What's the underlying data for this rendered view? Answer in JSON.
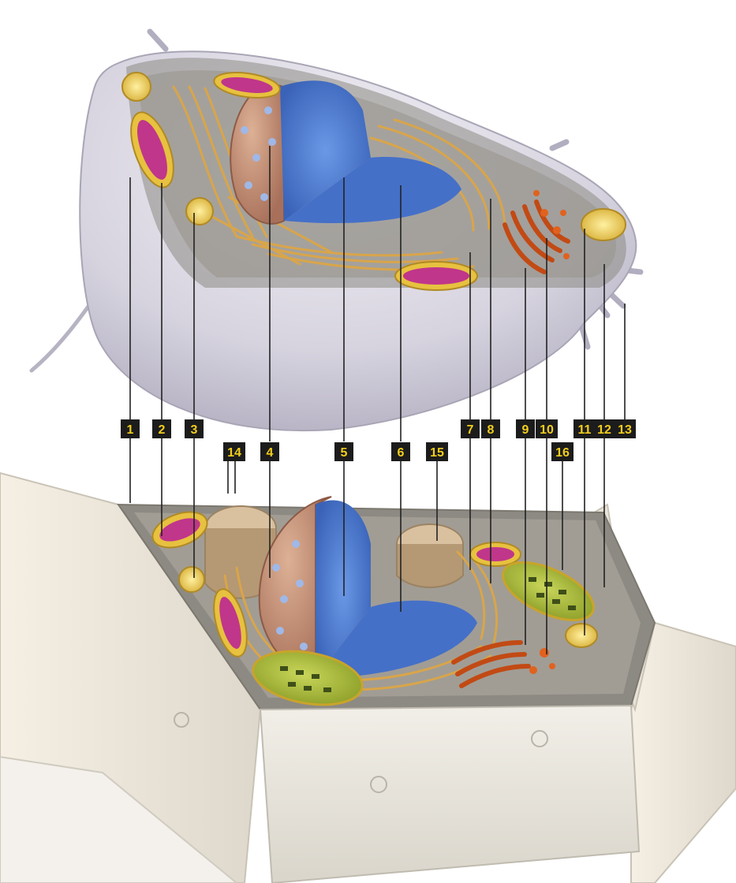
{
  "diagram": {
    "colors": {
      "label_box": "#1c1c1c",
      "label_text": "#f2cd1c",
      "leader_line": "#222222",
      "nucleus_blue": "#4f7fd2",
      "nuclear_envelope": "#c89577",
      "mitochondrion": "#c0368a",
      "golgi": "#e0621e",
      "chloroplast": "#a6b83a",
      "er": "#d9a54a",
      "cell_wall": "#e5e1d8",
      "animal_membrane": "#d4d1dd"
    },
    "top_labels": [
      {
        "id": "label-1",
        "text": "1"
      },
      {
        "id": "label-2",
        "text": "2"
      },
      {
        "id": "label-3",
        "text": "3"
      },
      {
        "id": "label-7",
        "text": "7"
      },
      {
        "id": "label-8",
        "text": "8"
      },
      {
        "id": "label-9",
        "text": "9"
      },
      {
        "id": "label-10",
        "text": "10"
      },
      {
        "id": "label-11",
        "text": "11"
      },
      {
        "id": "label-12",
        "text": "12"
      },
      {
        "id": "label-13",
        "text": "13"
      }
    ],
    "middle_labels": [
      {
        "id": "label-14",
        "text": "14"
      },
      {
        "id": "label-4",
        "text": "4"
      },
      {
        "id": "label-5",
        "text": "5"
      },
      {
        "id": "label-6",
        "text": "6"
      },
      {
        "id": "label-15",
        "text": "15"
      },
      {
        "id": "label-16",
        "text": "16"
      }
    ]
  }
}
